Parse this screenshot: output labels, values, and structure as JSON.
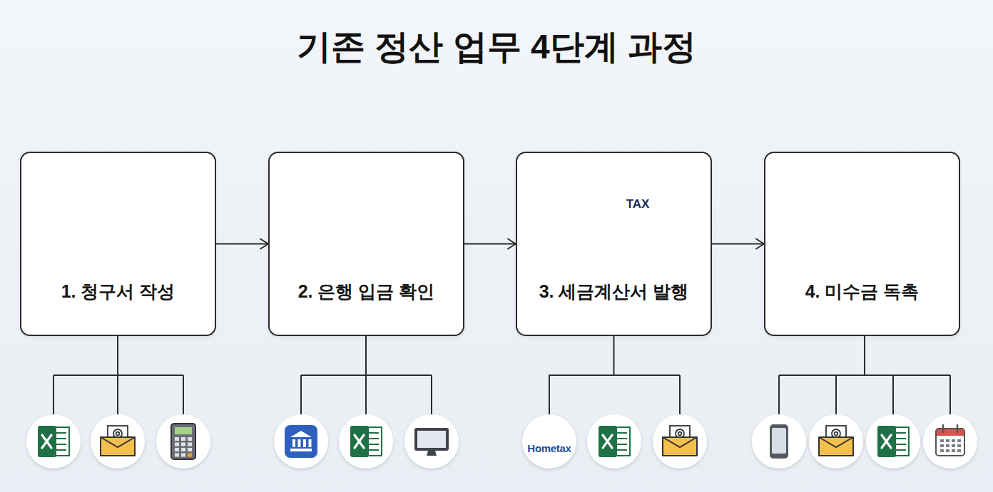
{
  "diagram": {
    "title": "기존 정산 업무 4단계 과정",
    "nodes": [
      {
        "text": [
          "1. 청구서 작성"
        ]
      },
      {
        "text": [
          "2. 은행 입금 확인"
        ]
      },
      {
        "text": [
          "3. 세금계산서 발행"
        ]
      },
      {
        "text": [
          "4. 미수금 독촉"
        ]
      },
      {
        "text": [
          "Hometax"
        ]
      }
    ],
    "edges": [
      {
        "from": 0,
        "to": 1,
        "arrow": "to"
      },
      {
        "from": 1,
        "to": 2,
        "arrow": "to"
      },
      {
        "from": 2,
        "to": 3,
        "arrow": "to"
      },
      {
        "from": 2,
        "to": 4,
        "arrow": "none"
      }
    ],
    "labels": [
      "TAX"
    ]
  }
}
